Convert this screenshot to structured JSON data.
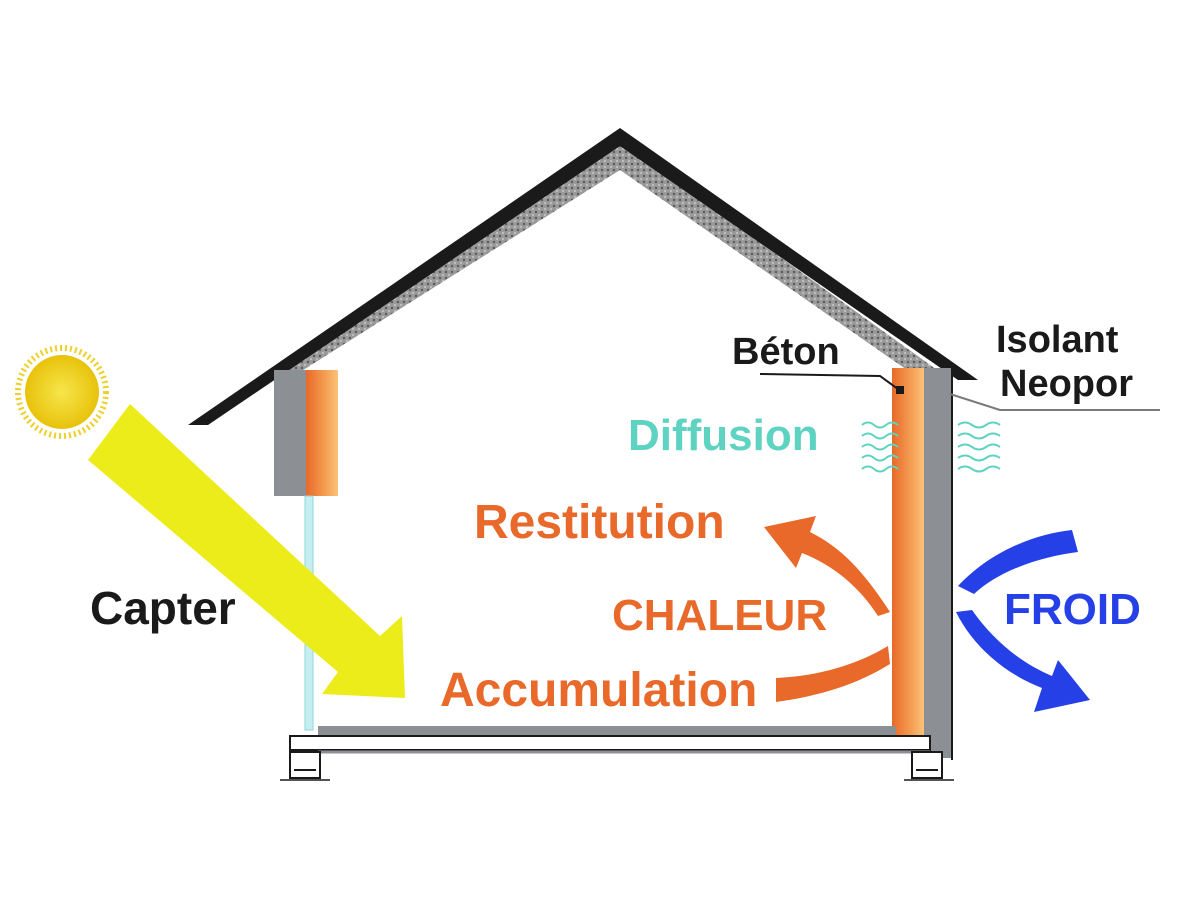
{
  "labels": {
    "beton": "Béton",
    "isolant_line1": "Isolant",
    "isolant_line2": "Neopor",
    "diffusion": "Diffusion",
    "restitution": "Restitution",
    "chaleur": "CHALEUR",
    "accumulation": "Accumulation",
    "capter": "Capter",
    "froid": "FROID"
  },
  "colors": {
    "heat_orange": "#e8692a",
    "diffusion_teal": "#5fd3c2",
    "cold_blue": "#2640e8",
    "sun_yellow": "#f2d21a",
    "beam_yellow": "#ecec1a",
    "wall_gray": "#8c9094",
    "roof_black": "#1a1a1a",
    "text_black": "#1a1a1a"
  },
  "icons": {
    "sun": "sun-icon"
  }
}
